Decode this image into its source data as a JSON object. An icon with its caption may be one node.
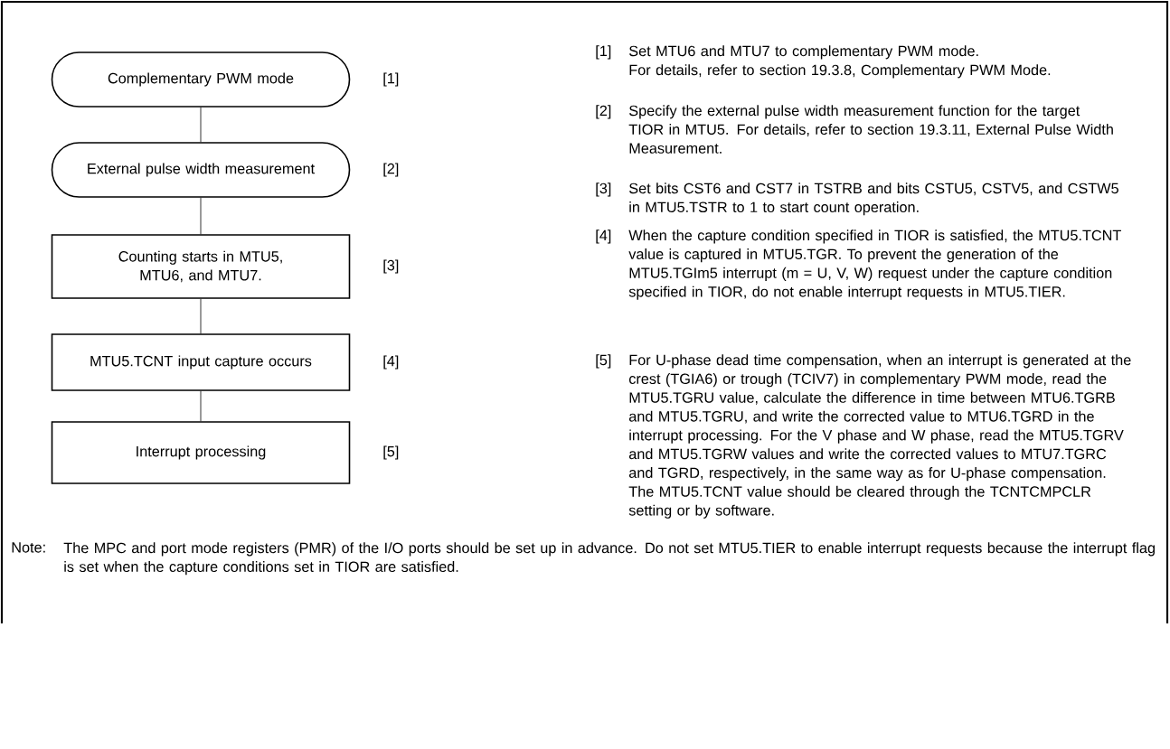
{
  "diagram": {
    "nodes": [
      {
        "text": [
          "Complementary PWM mode"
        ],
        "beside": [
          "[1]"
        ]
      },
      {
        "text": [
          "External pulse width measurement"
        ],
        "beside": [
          "[2]"
        ]
      },
      {
        "text": [
          "Counting starts in MTU5, MTU6, and MTU7."
        ],
        "beside": [
          "[3]"
        ]
      },
      {
        "text": [
          "MTU5.TCNT input capture occurs"
        ],
        "beside": [
          "[4]"
        ]
      },
      {
        "text": [
          "Interrupt processing"
        ],
        "beside": [
          "[5]"
        ]
      }
    ],
    "edges": [
      {
        "from": 0,
        "to": 1,
        "arrow": "none"
      },
      {
        "from": 1,
        "to": 2,
        "arrow": "none"
      },
      {
        "from": 2,
        "to": 3,
        "arrow": "none"
      },
      {
        "from": 3,
        "to": 4,
        "arrow": "none"
      }
    ],
    "labels": [
      "[1]",
      "Set MTU6 and MTU7 to complementary PWM mode.",
      "For details, refer to section 19.3.8, Complementary PWM Mode.",
      "[2]",
      "Specify the external pulse width measurement function for the target TIOR in MTU5. For details, refer to section 19.3.11, External Pulse Width Measurement.",
      "[3]",
      "Set bits CST6 and CST7 in TSTRB and bits CSTU5, CSTV5, and CSTW5 in MTU5.TSTR to 1 to start count operation.",
      "[4]",
      "When the capture condition specified in TIOR is satisfied, the MTU5.TCNT value is captured in MTU5.TGR. To prevent the generation of the MTU5.TGIm5 interrupt (m = U, V, W) request under the capture condition specified in TIOR, do not enable interrupt requests in MTU5.TIER.",
      "[5]",
      "For U-phase dead time compensation, when an interrupt is generated at the crest (TGIA6) or trough (TCIV7) in complementary PWM mode, read the MTU5.TGRU value, calculate the difference in time between MTU6.TGRB and MTU5.TGRU, and write the corrected value to MTU6.TGRD in the interrupt processing. For the V phase and W phase, read the MTU5.TGRV and MTU5.TGRW values and write the corrected values to MTU7.TGRC and TGRD, respectively, in the same way as for U-phase compensation. The MTU5.TCNT value should be cleared through the TCNTCMPCLR setting or by software.",
      "Note:",
      "The MPC and port mode registers (PMR) of the I/O ports should be set up in advance. Do not set MTU5.TIER to enable interrupt requests because the interrupt flag is set when the capture conditions set in TIOR are satisfied."
    ]
  }
}
